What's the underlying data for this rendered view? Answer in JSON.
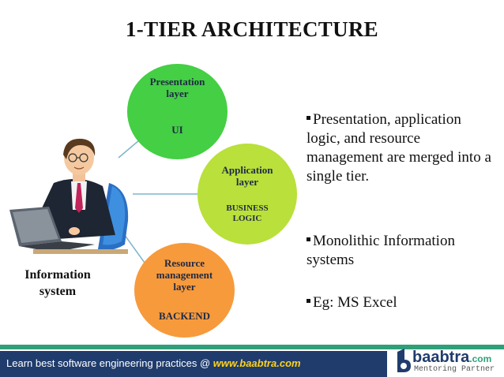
{
  "title": "1-TIER ARCHITECTURE",
  "nodes": {
    "presentation": {
      "name": "Presentation layer",
      "line1": "Presentation",
      "line2": "layer",
      "sub": "UI",
      "color": "#44cf44"
    },
    "application": {
      "line1": "Application",
      "line2": "layer",
      "sub1": "BUSINESS",
      "sub2": "LOGIC",
      "color": "#b9e03b"
    },
    "resource": {
      "line1": "Resource",
      "line2": "management",
      "line3": "layer",
      "sub": "BACKEND",
      "color": "#f79a3c"
    }
  },
  "actor": {
    "line1": "Information",
    "line2": "system",
    "icon": "person-at-laptop-icon"
  },
  "bullets": [
    "Presentation, application logic, and  resource management are merged into a single tier.",
    "Monolithic Information systems",
    "Eg: MS Excel"
  ],
  "footer": {
    "text": "Learn best software engineering practices @ ",
    "url": "www.baabtra.com",
    "logo_word": "baabtra",
    "logo_domain": ".com",
    "logo_tagline": "Mentoring Partner",
    "colors": {
      "bar": "#1f3c6d",
      "stripe": "#2f9f7a",
      "url": "#ffd21c"
    }
  }
}
